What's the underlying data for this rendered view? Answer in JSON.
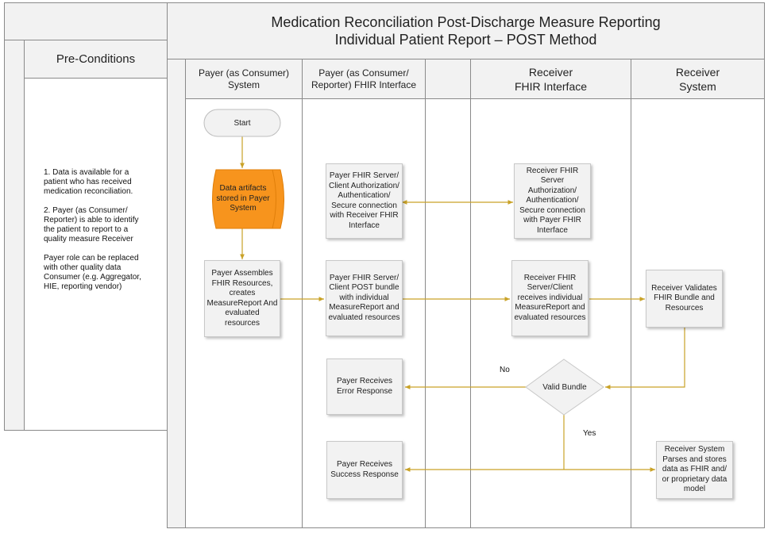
{
  "title": {
    "line1": "Medication Reconciliation Post-Discharge Measure Reporting",
    "line2": "Individual Patient Report – POST Method"
  },
  "preconditions": {
    "heading": "Pre-Conditions",
    "body": "1. Data is available for a patient who has received medication reconciliation.\n\n2. Payer (as Consumer/ Reporter) is able to identify the patient to report to a quality measure Receiver\n\nPayer role can be replaced with other quality data Consumer (e.g. Aggregator, HIE, reporting vendor)"
  },
  "lanes": [
    {
      "label": "Payer (as Consumer)\nSystem"
    },
    {
      "label": "Payer (as Consumer/\nReporter) FHIR Interface"
    },
    {
      "label": ""
    },
    {
      "label": "Receiver\nFHIR Interface"
    },
    {
      "label": "Receiver\nSystem"
    }
  ],
  "nodes": {
    "start": "Start",
    "data_artifacts": "Data artifacts stored in Payer System",
    "payer_assembles": "Payer Assembles FHIR Resources, creates MeasureReport And evaluated resources",
    "payer_auth": "Payer FHIR Server/ Client Authorization/ Authentication/ Secure connection with Receiver FHIR Interface",
    "payer_post": "Payer FHIR Server/ Client POST bundle with individual MeasureReport and evaluated resources",
    "receiver_auth": "Receiver FHIR Server Authorization/ Authentication/ Secure connection with Payer FHIR Interface",
    "receiver_receives": "Receiver FHIR Server/Client receives individual MeasureReport and evaluated resources",
    "receiver_validates": "Receiver Validates FHIR Bundle and Resources",
    "valid_bundle": "Valid Bundle",
    "error_response": "Payer Receives Error Response",
    "success_response": "Payer Receives Success Response",
    "receiver_parses": "Receiver System Parses and stores data as FHIR and/ or proprietary data model"
  },
  "edge_labels": {
    "no": "No",
    "yes": "Yes"
  },
  "colors": {
    "connector": "#c9a227",
    "data_store_fill": "#f7941d",
    "band": "#f2f2f2",
    "box_fill": "#f2f2f2",
    "border": "#8a8a8a"
  }
}
